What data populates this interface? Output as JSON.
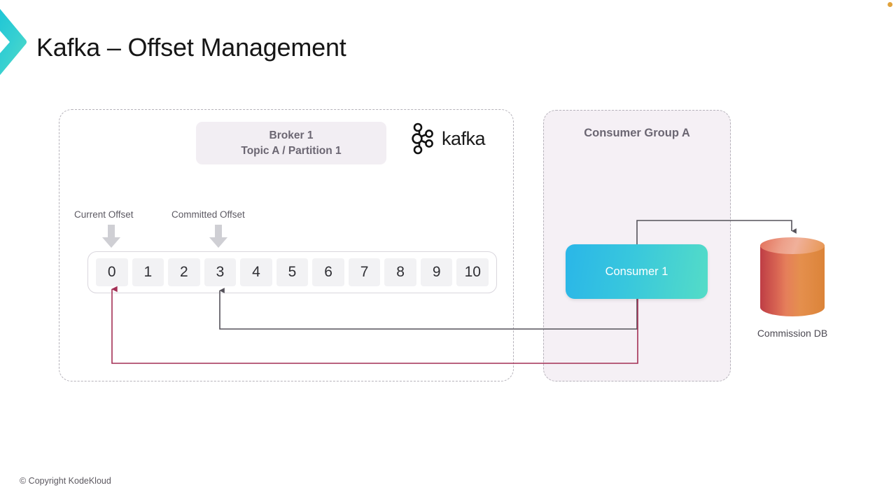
{
  "slide": {
    "title": "Kafka – Offset Management",
    "footer": "© Copyright KodeKloud"
  },
  "brand": {
    "chevron_icon": "chevron-right-logo",
    "chevron_color_start": "#12c6d6",
    "chevron_color_end": "#4fd8c8",
    "corner_dot_color": "#e0a23c"
  },
  "broker": {
    "panel_label": "broker-panel",
    "box": {
      "line1": "Broker 1",
      "line2": "Topic A / Partition 1"
    },
    "logo": {
      "icon": "kafka-logo-icon",
      "wordmark": "kafka"
    },
    "offsets": {
      "current_label": "Current Offset",
      "committed_label": "Committed Offset",
      "current_value": "0",
      "committed_value": "3"
    },
    "partition_cells": [
      "0",
      "1",
      "2",
      "3",
      "4",
      "5",
      "6",
      "7",
      "8",
      "9",
      "10"
    ]
  },
  "consumer_group": {
    "title": "Consumer Group A",
    "consumer": {
      "label": "Consumer 1",
      "gradient_start": "#2ab6e8",
      "gradient_end": "#54dcc7"
    }
  },
  "database": {
    "label": "Commission DB",
    "icon": "database-cylinder-icon",
    "gradient_start": "#d4444d",
    "gradient_end": "#e98c3c"
  },
  "connectors": {
    "write_to_db_color": "#55525a",
    "committed_offset_color": "#55525a",
    "current_offset_color": "#a32f55"
  }
}
